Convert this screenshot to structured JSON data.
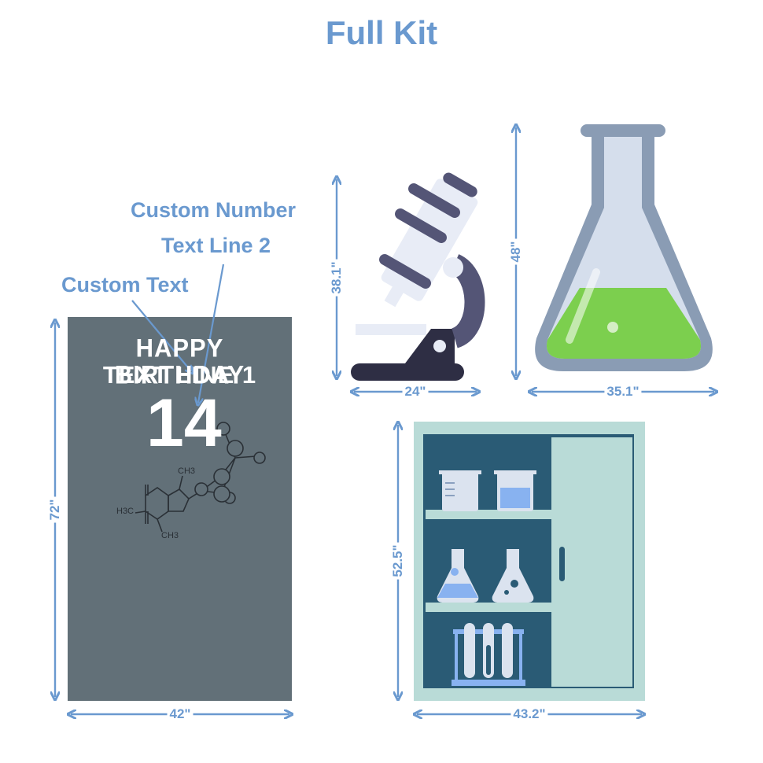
{
  "title": "Full Kit",
  "callouts": {
    "custom_number": "Custom Number",
    "text_line_2": "Text Line 2",
    "custom_text": "Custom Text"
  },
  "banner": {
    "line1": "HAPPY BIRTHDAY",
    "line2": "TEXT LINE 1",
    "number": "14",
    "molecule_labels": [
      "CH3",
      "H3C",
      "CH3"
    ]
  },
  "dimensions": {
    "banner_height": "72\"",
    "banner_width": "42\"",
    "microscope_height": "38.1\"",
    "microscope_width": "24\"",
    "flask_height": "48\"",
    "flask_width": "35.1\"",
    "cabinet_height": "52.5\"",
    "cabinet_width": "43.2\""
  },
  "colors": {
    "accent": "#6a99cf",
    "banner_bg": "#627078",
    "flask_liquid": "#7ccf4e",
    "cabinet_frame": "#b9dbd7",
    "cabinet_inner": "#2a5b75"
  }
}
